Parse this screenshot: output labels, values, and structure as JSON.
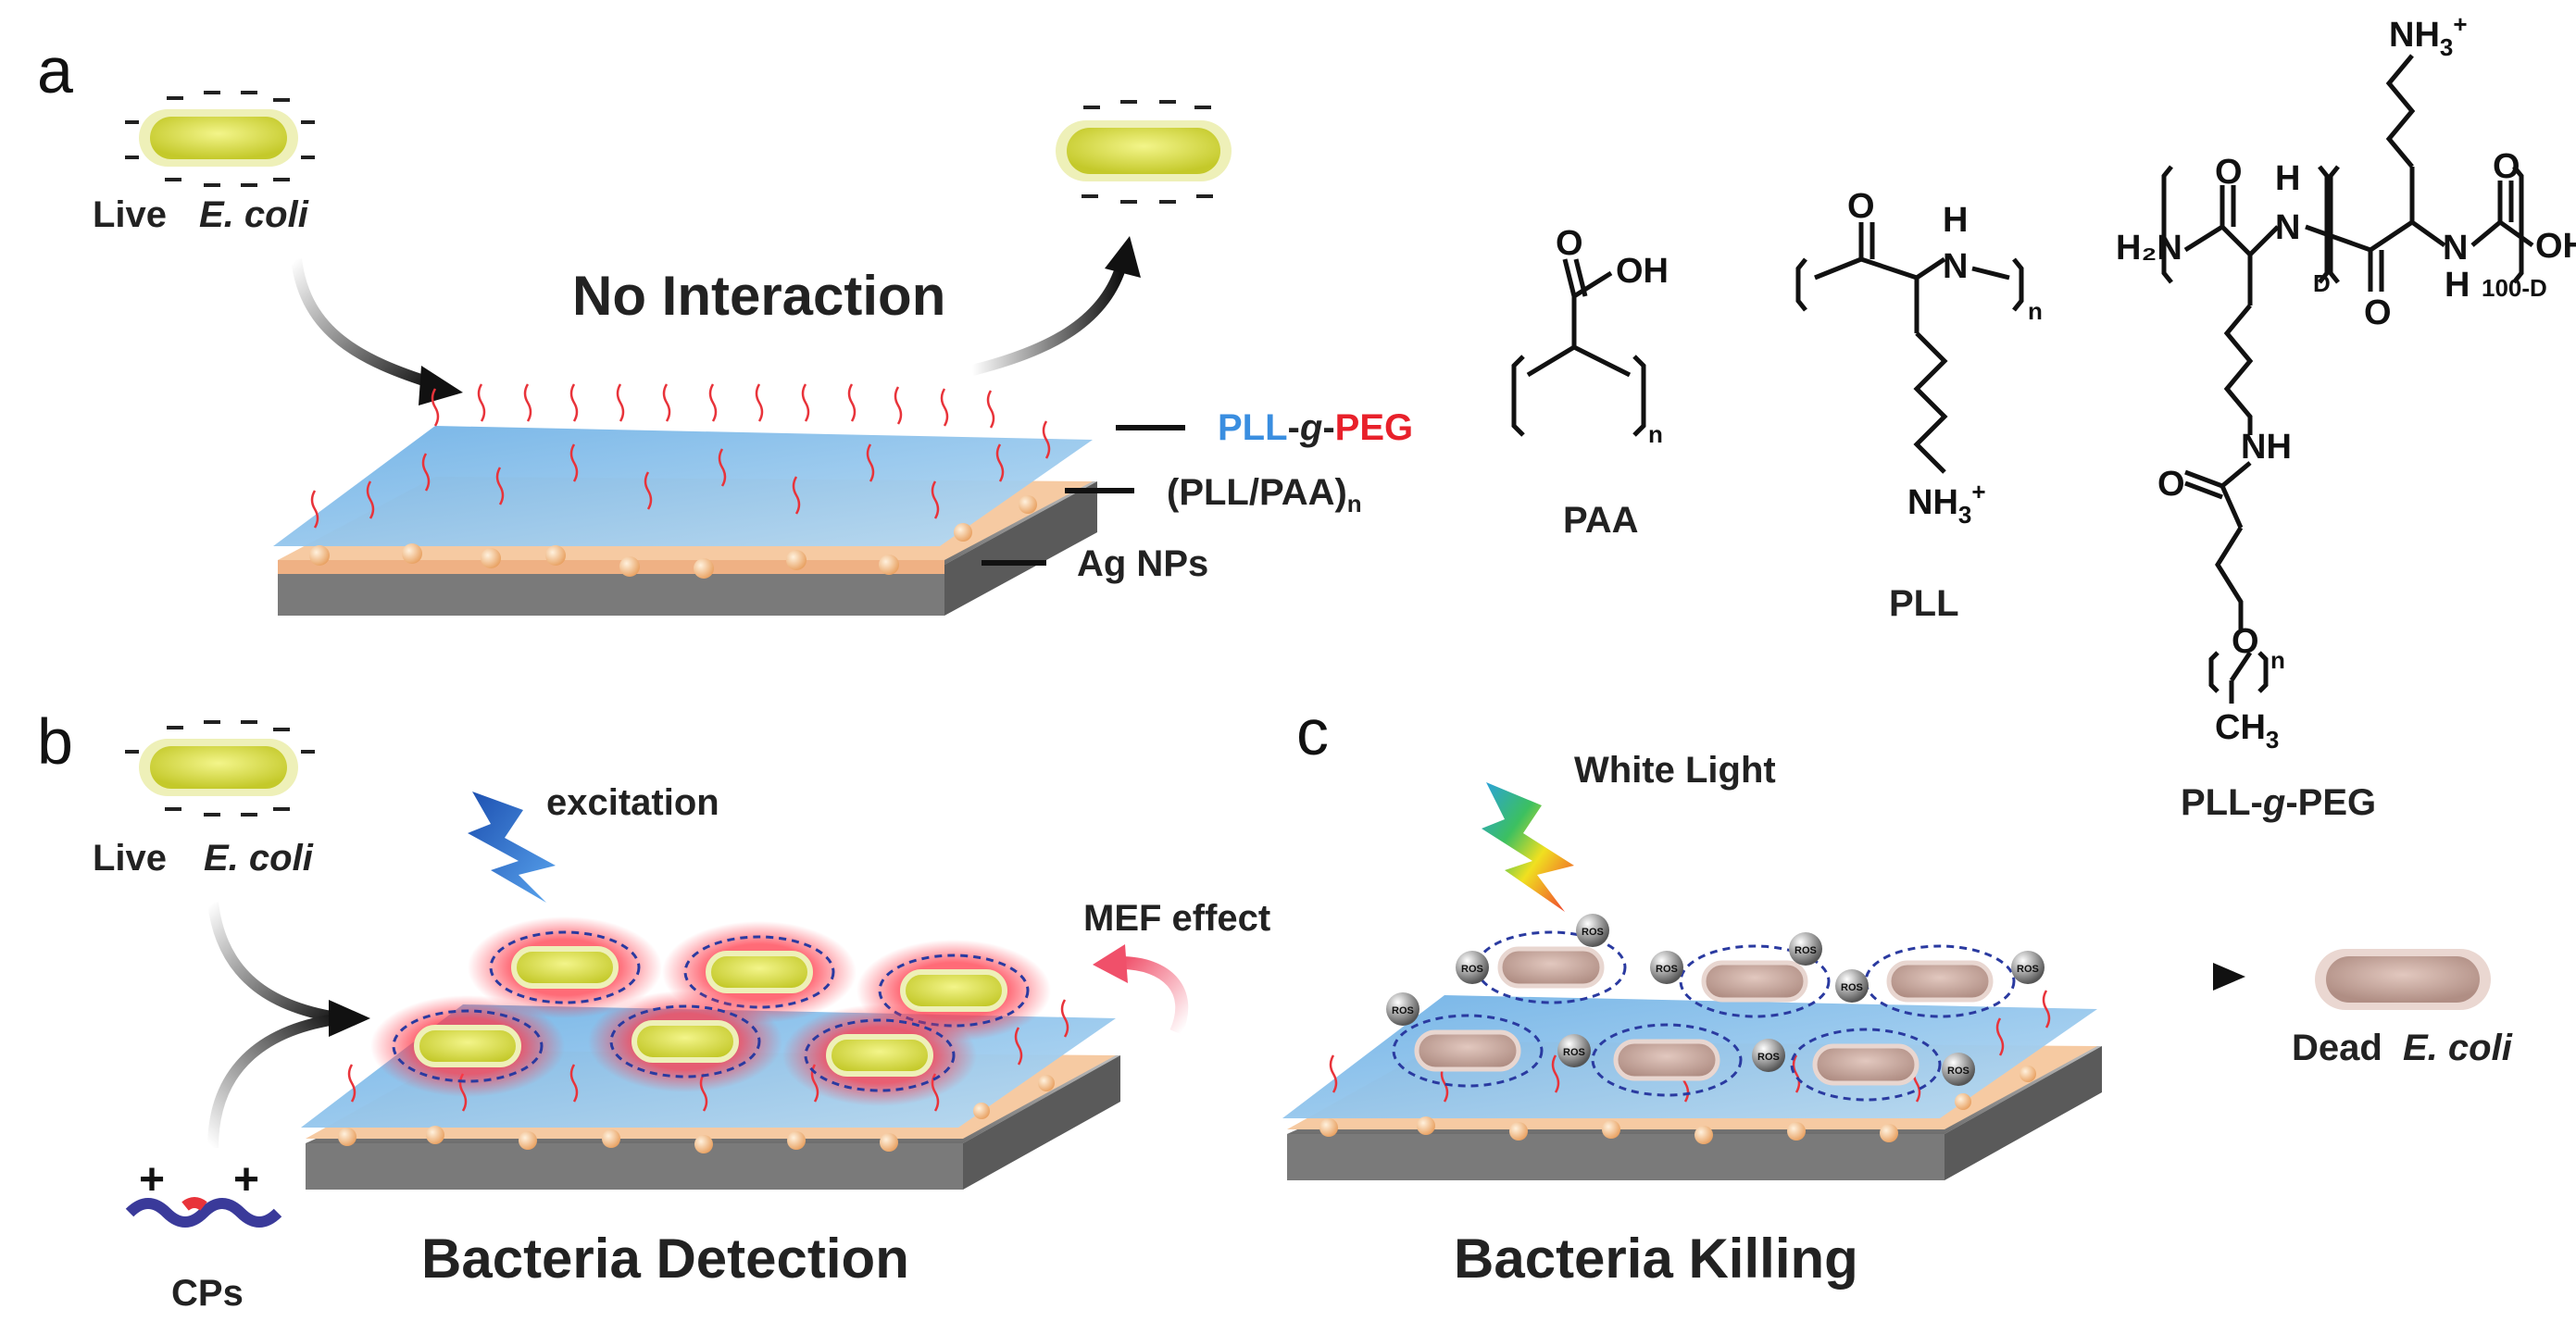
{
  "panels": {
    "a": {
      "letter": "a",
      "bacterium_label_1": "Live",
      "bacterium_label_2": "E. coli",
      "title": "No Interaction",
      "layer_labels": {
        "top_1": "PLL",
        "top_2": "-",
        "top_3": "g",
        "top_4": "-",
        "top_5": "PEG",
        "middle_1": "(PLL/PAA)",
        "middle_2": "n",
        "bottom": "Ag NPs"
      },
      "structures": {
        "paa": "PAA",
        "pll": "PLL",
        "pll_g_peg": "PLL-g-PEG"
      }
    },
    "b": {
      "letter": "b",
      "bacterium_label_1": "Live",
      "bacterium_label_2": "E. coli",
      "excitation": "excitation",
      "mef": "MEF effect",
      "cp_label": "CPs",
      "title": "Bacteria Detection"
    },
    "c": {
      "letter": "c",
      "light": "White Light",
      "dead_label_1": "Dead",
      "dead_label_2": "E. coli",
      "title": "Bacteria Killing",
      "ros": "ROS"
    }
  },
  "chem_text": {
    "oh": "OH",
    "o": "O",
    "h": "H",
    "n": "N",
    "nh": "NH",
    "nh3": "NH",
    "h2n": "H₂N",
    "ch3": "CH",
    "sub_n": "n",
    "sub_3": "3",
    "sup_plus": "+",
    "sub_d": "D",
    "sub_100d": "100-D"
  },
  "colors": {
    "pll_blue": "#3a8ee0",
    "peg_red": "#e8202a",
    "bacterium_live": "#d9df3c",
    "bacterium_dead": "#c9a79c",
    "surface_blue": "#8fc0ea",
    "surface_orange": "#f6c8a0",
    "substrate_gray": "#8a8a8a"
  }
}
